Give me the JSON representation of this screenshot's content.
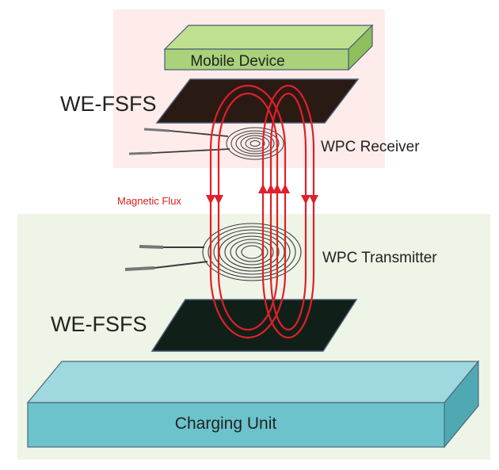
{
  "labels": {
    "mobile_device": "Mobile Device",
    "we_fsfs_top": "WE-FSFS",
    "wpc_receiver": "WPC Receiver",
    "magnetic_flux": "Magnetic Flux",
    "wpc_transmitter": "WPC Transmitter",
    "we_fsfs_bottom": "WE-FSFS",
    "charging_unit": "Charging Unit"
  },
  "colors": {
    "receiver_zone": "#fdecea",
    "transmitter_zone": "#eef4e6",
    "mobile_front": "#a9d27a",
    "mobile_top": "#bfe08e",
    "mobile_side": "#8fbf5c",
    "ferrite_top": "#2a1a14",
    "ferrite_bottom": "#102018",
    "charging_front": "#6cc3cc",
    "charging_top": "#9fd8de",
    "charging_side": "#4fa9b3",
    "flux": "#e0202a",
    "flux_label": "#d62020",
    "coil": "#3a3a3a",
    "outline": "#4a5a78"
  }
}
